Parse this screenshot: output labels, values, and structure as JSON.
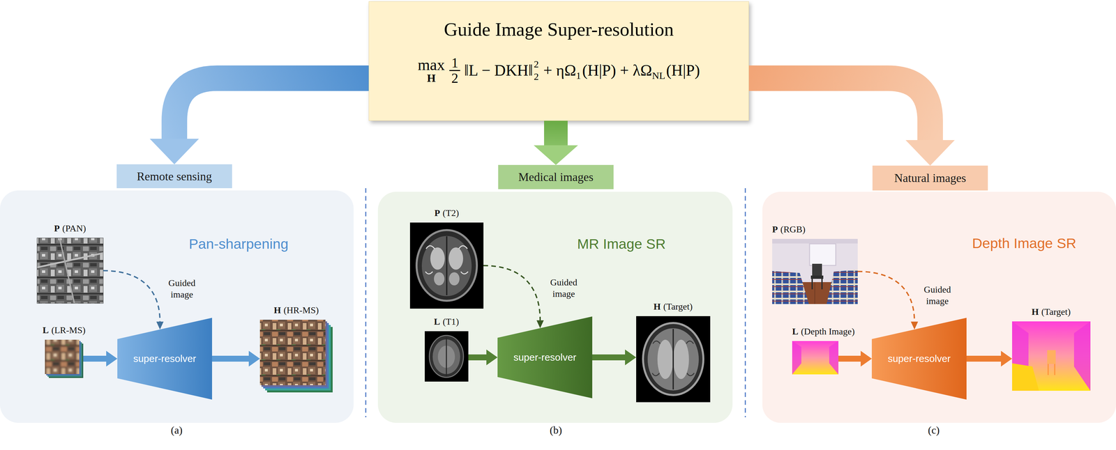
{
  "diagram": {
    "nodes": [
      {
        "text": [
          "Guide Image Super-resolution",
          "max",
          "H",
          "1",
          "2",
          "‖L − DKH‖",
          "2",
          "2",
          "+ ηΩ",
          "1",
          "(H|P) + λΩ",
          "NL",
          "(H|P)"
        ]
      },
      {
        "text": [
          "Remote sensing"
        ]
      },
      {
        "text": [
          "Medical images"
        ]
      },
      {
        "text": [
          "Natural images"
        ]
      },
      {
        "text": [
          "Pan-sharpening"
        ]
      },
      {
        "text": [
          "P",
          "(PAN)"
        ],
        "in": 4
      },
      {
        "text": [
          "L",
          "(LR-MS)"
        ],
        "in": 4
      },
      {
        "text": [
          "super-resolver"
        ],
        "in": 4
      },
      {
        "text": [
          "H",
          "(HR-MS)"
        ],
        "in": 4
      },
      {
        "text": [
          "MR Image SR"
        ]
      },
      {
        "text": [
          "P",
          "(T2)"
        ],
        "in": 9
      },
      {
        "text": [
          "L",
          "(T1)"
        ],
        "in": 9
      },
      {
        "text": [
          "super-resolver"
        ],
        "in": 9
      },
      {
        "text": [
          "H",
          "(Target)"
        ],
        "in": 9
      },
      {
        "text": [
          "Depth Image SR"
        ]
      },
      {
        "text": [
          "P",
          "(RGB)"
        ],
        "in": 14
      },
      {
        "text": [
          "L",
          "(Depth Image)"
        ],
        "in": 14
      },
      {
        "text": [
          "super-resolver"
        ],
        "in": 14
      },
      {
        "text": [
          "H",
          "(Target)"
        ],
        "in": 14
      }
    ],
    "edges": [
      {
        "from": 0,
        "to": 1,
        "arrow": "to"
      },
      {
        "from": 0,
        "to": 2,
        "arrow": "to"
      },
      {
        "from": 0,
        "to": 3,
        "arrow": "to"
      },
      {
        "from": 5,
        "to": 7,
        "label": "Guided image",
        "arrow": "to"
      },
      {
        "from": 6,
        "to": 7,
        "arrow": "to"
      },
      {
        "from": 7,
        "to": 8,
        "arrow": "to"
      },
      {
        "from": 10,
        "to": 12,
        "label": "Guided image",
        "arrow": "to"
      },
      {
        "from": 11,
        "to": 12,
        "arrow": "to"
      },
      {
        "from": 12,
        "to": 13,
        "arrow": "to"
      },
      {
        "from": 15,
        "to": 17,
        "label": "Guided image",
        "arrow": "to"
      },
      {
        "from": 16,
        "to": 17,
        "arrow": "to"
      },
      {
        "from": 17,
        "to": 18,
        "arrow": "to"
      }
    ],
    "labels": [
      "(a)",
      "(b)",
      "(c)"
    ]
  }
}
